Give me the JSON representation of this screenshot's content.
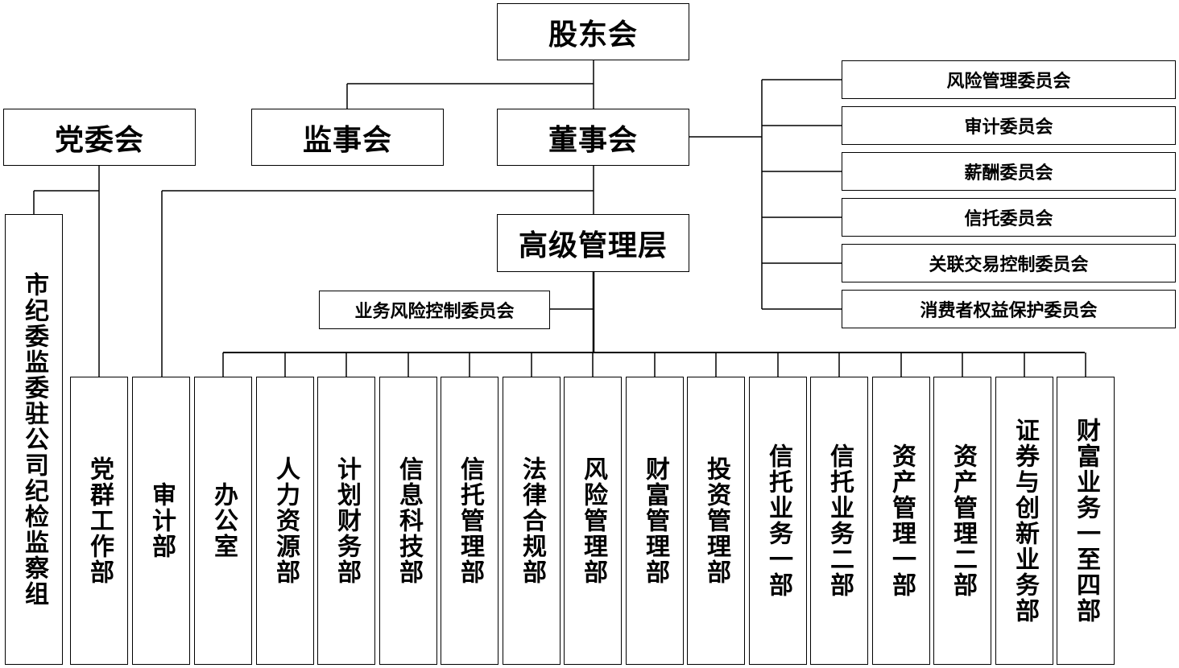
{
  "top": {
    "shareholders": "股东会"
  },
  "board": {
    "supervisors": "监事会",
    "directors": "董事会",
    "party_committee": "党委会"
  },
  "management": "高级管理层",
  "business_risk_committee": "业务风险控制委员会",
  "board_committees": [
    "风险管理委员会",
    "审计委员会",
    "薪酬委员会",
    "信托委员会",
    "关联交易控制委员会",
    "消费者权益保护委员会"
  ],
  "discipline_group": "市纪委监委驻公司纪检监察组",
  "party_dept": "党群工作部",
  "audit_dept": "审计部",
  "departments": [
    "办公室",
    "人力资源部",
    "计划财务部",
    "信息科技部",
    "信托管理部",
    "法律合规部",
    "风险管理部",
    "财富管理部",
    "投资管理部",
    "信托业务一部",
    "信托业务二部",
    "资产管理一部",
    "资产管理二部",
    "证券与创新业务部",
    "财富业务一至四部"
  ]
}
